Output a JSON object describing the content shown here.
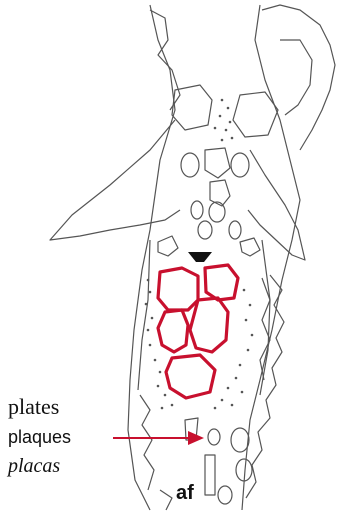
{
  "labels": {
    "english": "plates",
    "french": "plaques",
    "spanish": "placas",
    "code": "af"
  },
  "colors": {
    "highlight": "#c8102e",
    "line": "#555555",
    "background": "#ffffff"
  }
}
